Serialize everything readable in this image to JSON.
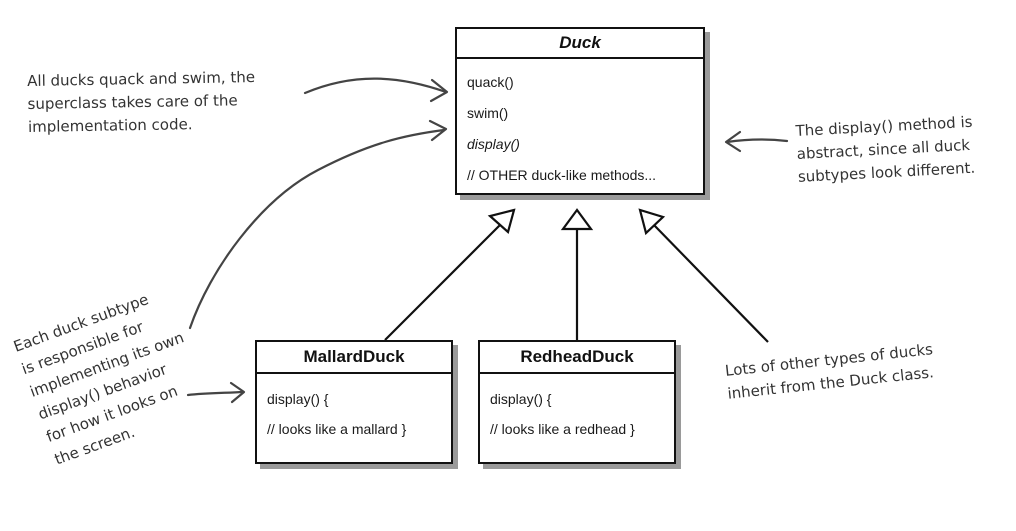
{
  "classes": {
    "duck": {
      "name": "Duck",
      "methods": [
        "quack()",
        "swim()",
        "display()",
        "// OTHER duck-like methods..."
      ]
    },
    "mallard": {
      "name": "MallardDuck",
      "methods": [
        "display() {",
        "// looks like a mallard }"
      ]
    },
    "redhead": {
      "name": "RedheadDuck",
      "methods": [
        "display() {",
        "// looks like a redhead }"
      ]
    }
  },
  "notes": {
    "top_left": [
      "All ducks quack and swim, the",
      "superclass takes care of the",
      "implementation code."
    ],
    "right": [
      "The display() method is",
      "abstract, since all duck",
      "subtypes look different."
    ],
    "left": [
      "Each duck subtype",
      "is responsible for",
      "implementing its own",
      "display() behavior",
      "for how it looks on",
      "the screen."
    ],
    "bottom_right": [
      "Lots of other types of ducks",
      "inherit from the Duck class."
    ]
  },
  "colors": {
    "line": "#111111",
    "note_text": "#333333",
    "shadow": "#9a9a9a"
  }
}
